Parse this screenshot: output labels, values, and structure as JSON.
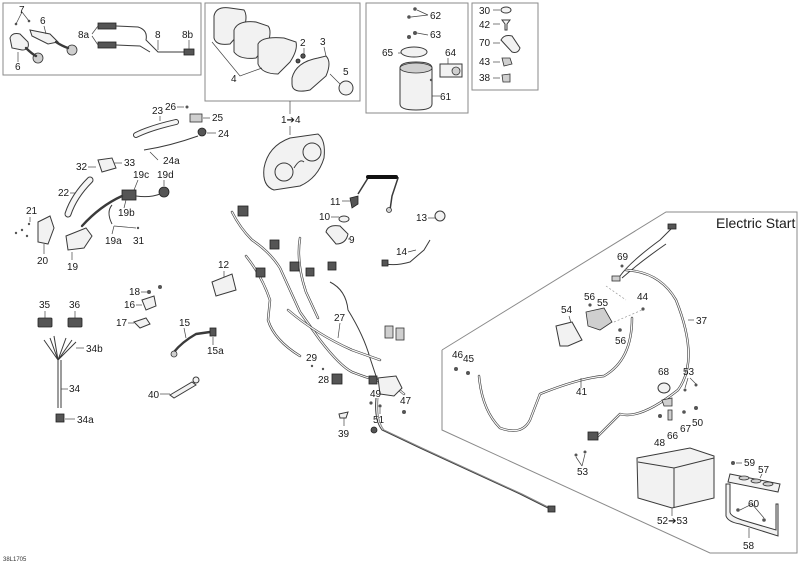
{
  "diagram": {
    "drawing_code": "38L1705",
    "section_title": "Electric Start",
    "callouts": {
      "c1_4_main": "1➔4",
      "c2": "2",
      "c3": "3",
      "c4": "4",
      "c5": "5",
      "c6a": "6",
      "c6b": "6",
      "c7": "7",
      "c8": "8",
      "c8a": "8a",
      "c8b": "8b",
      "c9": "9",
      "c10": "10",
      "c11": "11",
      "c12": "12",
      "c13": "13",
      "c14": "14",
      "c15": "15",
      "c15a": "15a",
      "c16": "16",
      "c17": "17",
      "c18": "18",
      "c19": "19",
      "c19a": "19a",
      "c19b": "19b",
      "c19c": "19c",
      "c19d": "19d",
      "c20": "20",
      "c21": "21",
      "c22": "22",
      "c23": "23",
      "c24": "24",
      "c24a": "24a",
      "c25": "25",
      "c26": "26",
      "c27": "27",
      "c28": "28",
      "c29": "29",
      "c30": "30",
      "c31": "31",
      "c32": "32",
      "c33": "33",
      "c34": "34",
      "c34a": "34a",
      "c34b": "34b",
      "c35": "35",
      "c36": "36",
      "c37": "37",
      "c38": "38",
      "c39": "39",
      "c40": "40",
      "c41": "41",
      "c42": "42",
      "c43": "43",
      "c44": "44",
      "c45": "45",
      "c46": "46",
      "c47": "47",
      "c48": "48",
      "c49": "49",
      "c50": "50",
      "c51": "51",
      "c52_53": "52➔53",
      "c53a": "53",
      "c53b": "53",
      "c54": "54",
      "c55": "55",
      "c56a": "56",
      "c56b": "56",
      "c57": "57",
      "c58": "58",
      "c59": "59",
      "c60": "60",
      "c61": "61",
      "c62": "62",
      "c63": "63",
      "c64": "64",
      "c65": "65",
      "c66": "66",
      "c67": "67",
      "c68": "68",
      "c69": "69",
      "c70": "70"
    }
  }
}
